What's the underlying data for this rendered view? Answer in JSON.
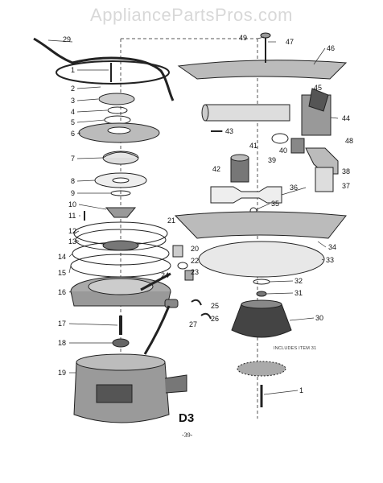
{
  "watermark": "AppliancePartsPros.com",
  "diagram_title": "D3",
  "page_number": "-39-",
  "note": "INCLUDES ITEM 31",
  "callouts": [
    {
      "id": "c1",
      "label": "1"
    },
    {
      "id": "c2",
      "label": "2"
    },
    {
      "id": "c3",
      "label": "3"
    },
    {
      "id": "c4",
      "label": "4"
    },
    {
      "id": "c5",
      "label": "5"
    },
    {
      "id": "c6",
      "label": "6"
    },
    {
      "id": "c7",
      "label": "7"
    },
    {
      "id": "c8",
      "label": "8"
    },
    {
      "id": "c9",
      "label": "9"
    },
    {
      "id": "c10",
      "label": "10"
    },
    {
      "id": "c11",
      "label": "11"
    },
    {
      "id": "c12",
      "label": "12"
    },
    {
      "id": "c13",
      "label": "13"
    },
    {
      "id": "c14",
      "label": "14"
    },
    {
      "id": "c15",
      "label": "15"
    },
    {
      "id": "c16",
      "label": "16"
    },
    {
      "id": "c17",
      "label": "17"
    },
    {
      "id": "c18",
      "label": "18"
    },
    {
      "id": "c19",
      "label": "19"
    },
    {
      "id": "c20",
      "label": "20"
    },
    {
      "id": "c21",
      "label": "21"
    },
    {
      "id": "c22",
      "label": "22"
    },
    {
      "id": "c23",
      "label": "23"
    },
    {
      "id": "c24",
      "label": "24"
    },
    {
      "id": "c25",
      "label": "25"
    },
    {
      "id": "c26",
      "label": "26"
    },
    {
      "id": "c27",
      "label": "27"
    },
    {
      "id": "c29",
      "label": "29"
    },
    {
      "id": "c30",
      "label": "30"
    },
    {
      "id": "c31",
      "label": "31"
    },
    {
      "id": "c32",
      "label": "32"
    },
    {
      "id": "c33",
      "label": "33"
    },
    {
      "id": "c34",
      "label": "34"
    },
    {
      "id": "c35",
      "label": "35"
    },
    {
      "id": "c36",
      "label": "36"
    },
    {
      "id": "c37",
      "label": "37"
    },
    {
      "id": "c38",
      "label": "38"
    },
    {
      "id": "c39",
      "label": "39"
    },
    {
      "id": "c40",
      "label": "40"
    },
    {
      "id": "c41",
      "label": "41"
    },
    {
      "id": "c42",
      "label": "42"
    },
    {
      "id": "c43",
      "label": "43"
    },
    {
      "id": "c44",
      "label": "44"
    },
    {
      "id": "c45",
      "label": "45"
    },
    {
      "id": "c46",
      "label": "46"
    },
    {
      "id": "c47",
      "label": "47"
    },
    {
      "id": "c48",
      "label": "48"
    },
    {
      "id": "c49",
      "label": "49"
    },
    {
      "id": "c1b",
      "label": "1"
    }
  ]
}
